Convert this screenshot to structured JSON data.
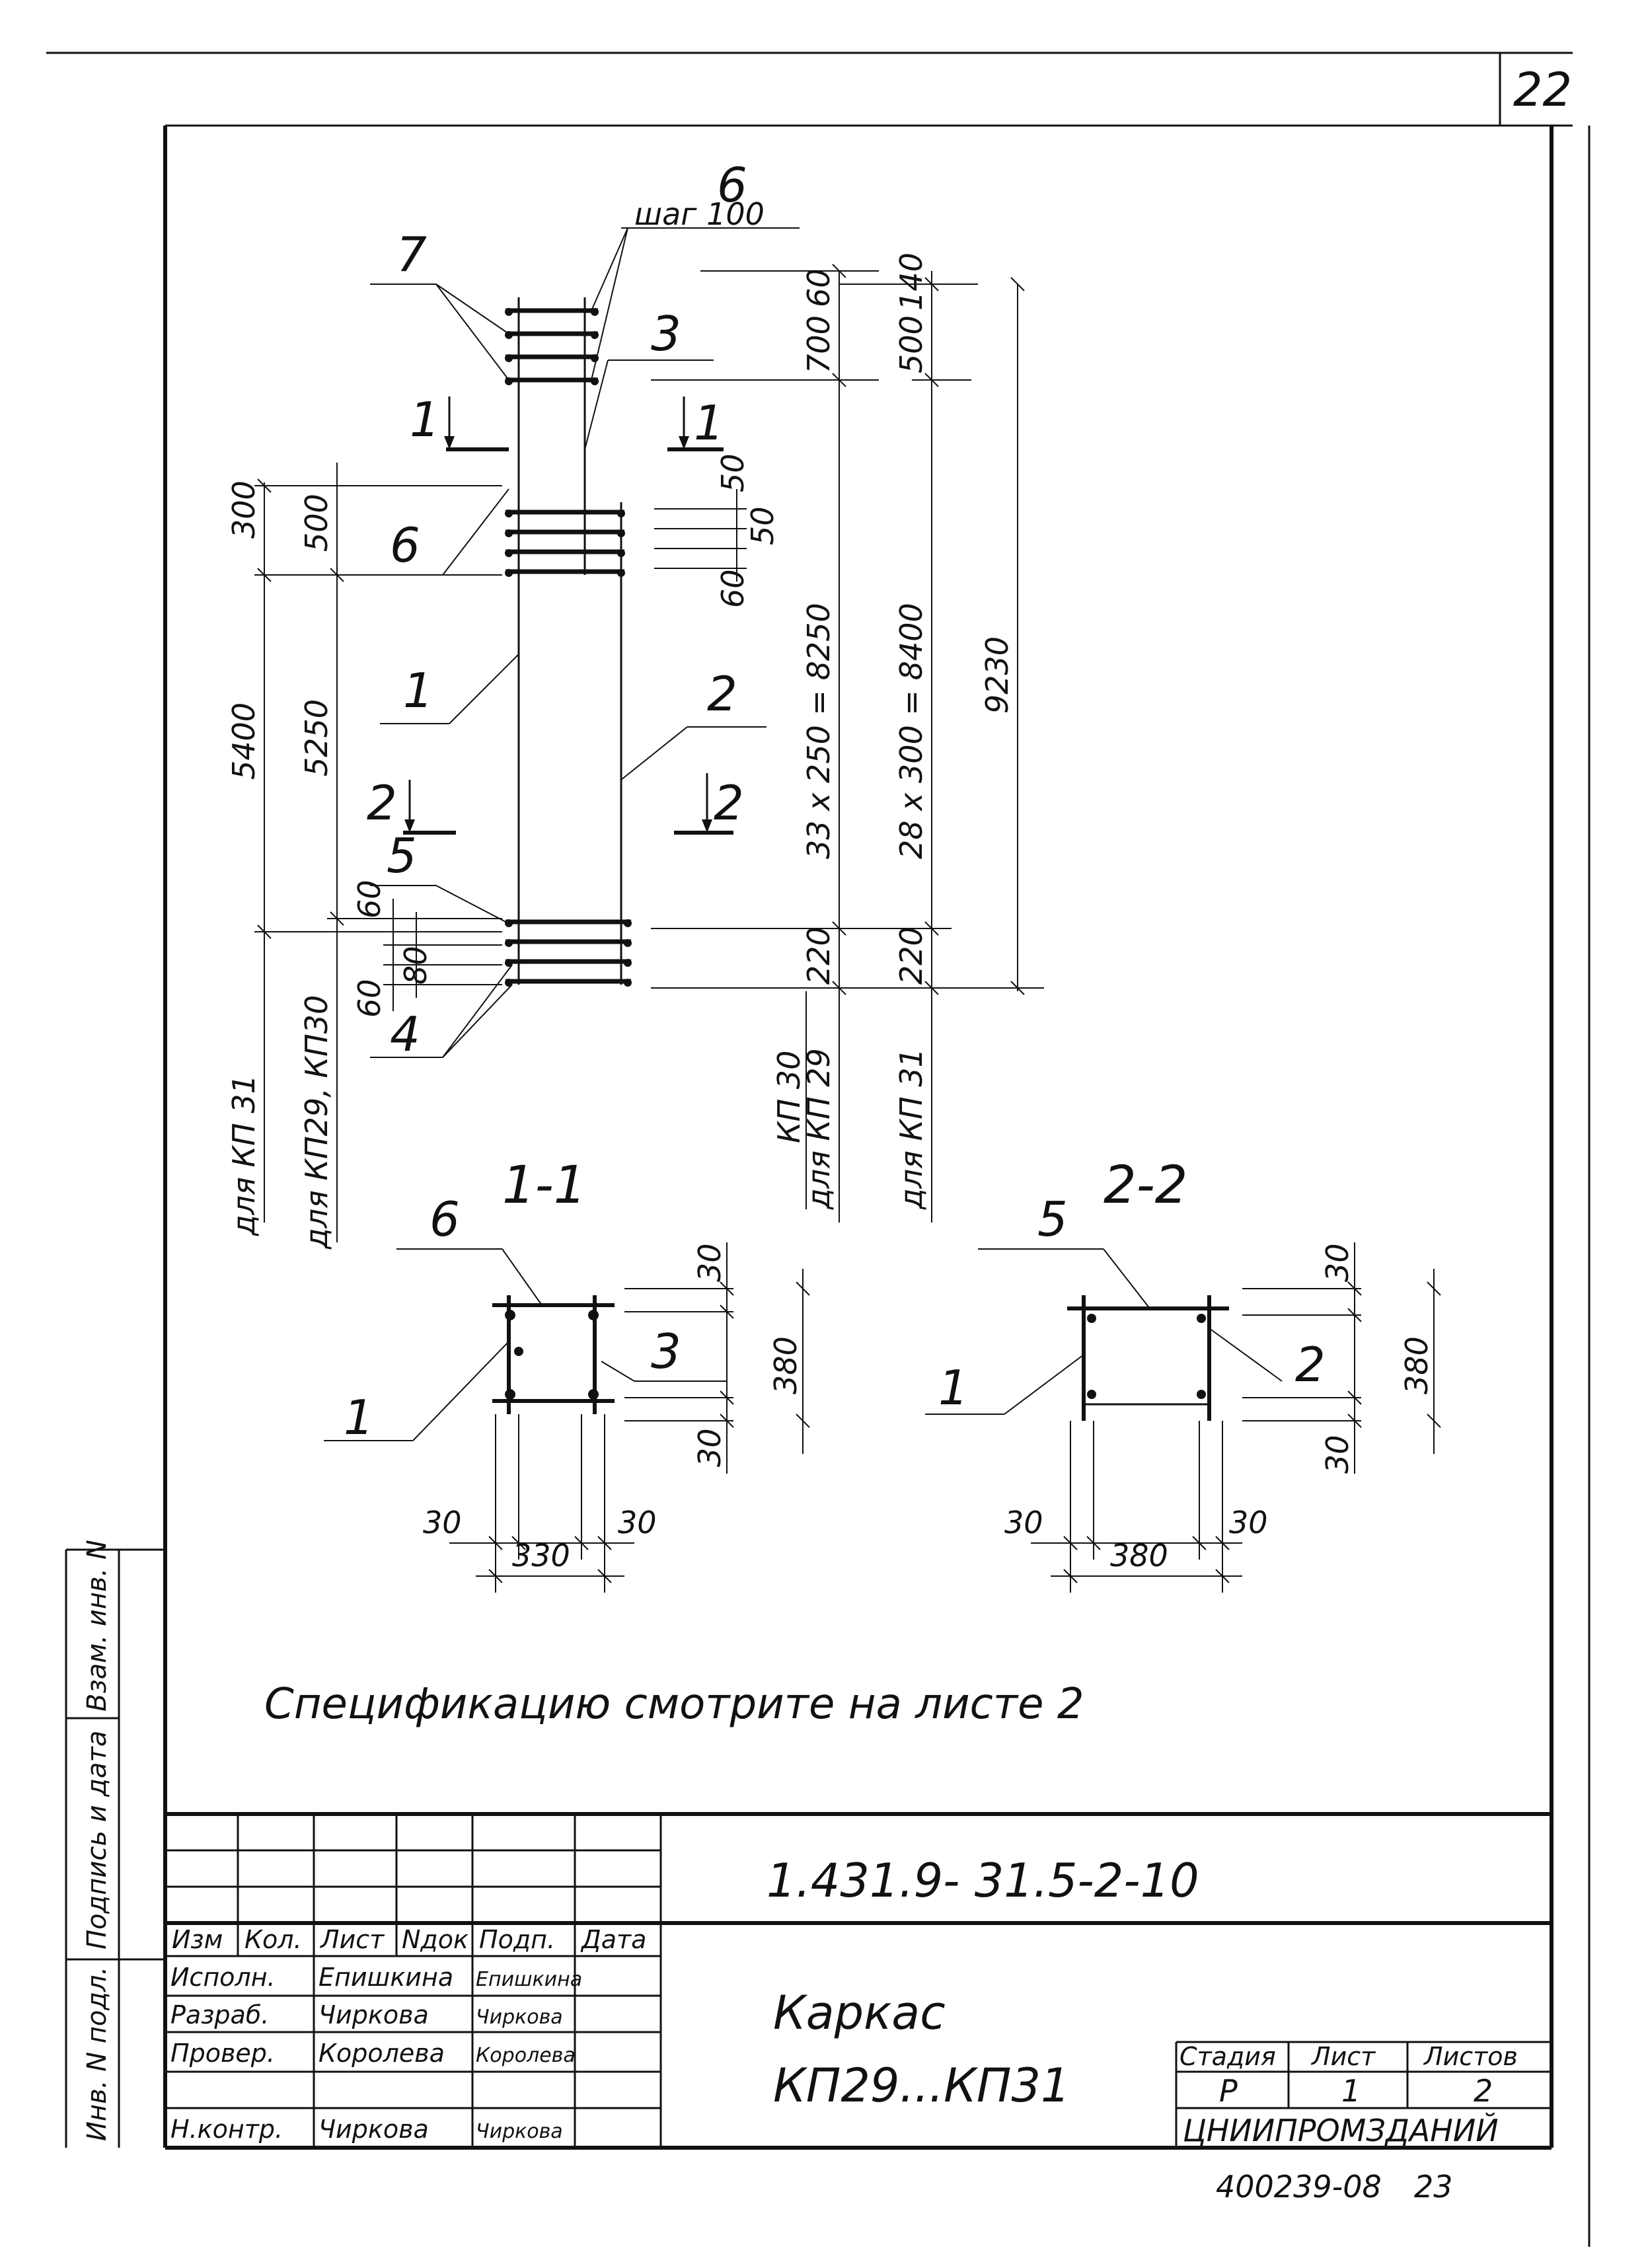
{
  "sheet_number": "22",
  "callouts": {
    "c7": "7",
    "c6_top": "6",
    "step": "шаг 100",
    "c3": "3",
    "c1": "1",
    "c2": "2",
    "c5": "5",
    "c4": "4",
    "c6_mid": "6"
  },
  "section_marks": {
    "s1_left": "1",
    "s1_right": "1",
    "s2_left": "2",
    "s2_right": "2"
  },
  "dimensions": {
    "d300": "300",
    "d500": "500",
    "d5400": "5400",
    "d5250": "5250",
    "d60a": "60",
    "d60b": "60",
    "d80": "80",
    "d50a": "50",
    "d50b": "50",
    "d60c": "60",
    "d700": "700",
    "d60d": "60",
    "d500b": "500",
    "d140": "140",
    "d33": "33 x 250 = 8250",
    "d28": "28 x 300 = 8400",
    "d9230": "9230",
    "d220a": "220",
    "d220b": "220"
  },
  "labels": {
    "for_kp31_left": "для КП 31",
    "for_kp29_kp30": "для КП29, КП30",
    "kp30": "КП 30",
    "for_kp29": "для КП 29",
    "for_kp31_right": "для КП 31"
  },
  "sections": {
    "s11_title": "1-1",
    "s11_pos6": "6",
    "s11_pos1": "1",
    "s11_pos3": "3",
    "s11_d30_top": "30",
    "s11_d380": "380",
    "s11_d30_bot": "30",
    "s11_d30_left": "30",
    "s11_d30_right": "30",
    "s11_d330": "330",
    "s22_title": "2-2",
    "s22_pos5": "5",
    "s22_pos1": "1",
    "s22_pos2": "2",
    "s22_d30_top": "30",
    "s22_d380v": "380",
    "s22_d30_bot": "30",
    "s22_d30_left": "30",
    "s22_d30_right": "30",
    "s22_d380h": "380"
  },
  "note": "Спецификацию смотрите на листе 2",
  "side_stamp": {
    "inv_podl": "Инв. N подл.",
    "podpis": "Подпись и дата",
    "vzam": "Взам. инв. N"
  },
  "title_block": {
    "doc_code": "1.431.9- 31.5-2-10",
    "col_headers": [
      "Изм",
      "Кол.",
      "Лист",
      "Nдок",
      "Подп.",
      "Дата"
    ],
    "rows": [
      {
        "role": "Исполн.",
        "name": "Епишкина",
        "sign": "Епишкина"
      },
      {
        "role": "Разраб.",
        "name": "Чиркова",
        "sign": "Чиркова"
      },
      {
        "role": "Провер.",
        "name": "Королева",
        "sign": "Королева"
      },
      {
        "role": "Н.контр.",
        "name": "Чиркова",
        "sign": "Чиркова"
      }
    ],
    "title_line1": "Каркас",
    "title_line2": "КП29...КП31",
    "stage_label": "Стадия",
    "sheet_label": "Лист",
    "sheets_label": "Листов",
    "stage": "Р",
    "sheet": "1",
    "sheets": "2",
    "organization": "ЦНИИПРОМЗДАНИЙ"
  },
  "footer_code": "400239-08",
  "footer_page": "23"
}
